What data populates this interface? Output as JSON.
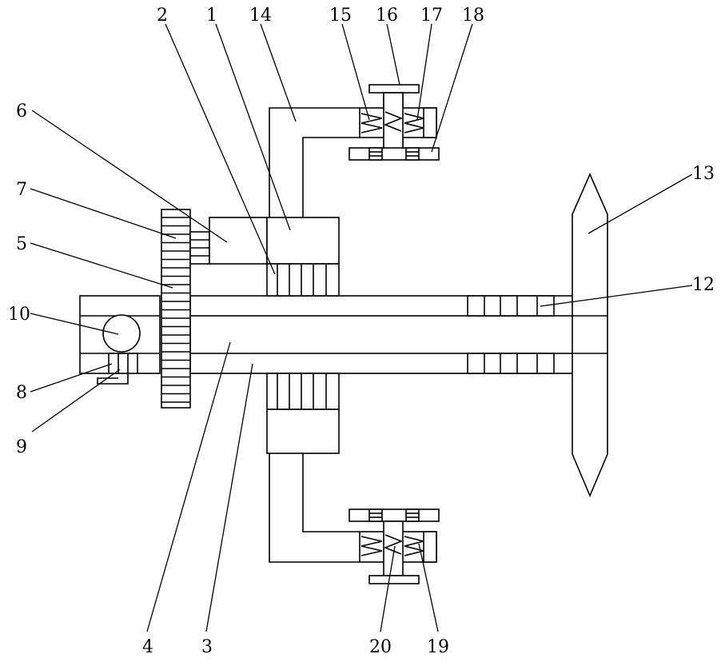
{
  "labels": [
    {
      "id": "1",
      "text": "1"
    },
    {
      "id": "2",
      "text": "2"
    },
    {
      "id": "3",
      "text": "3"
    },
    {
      "id": "4",
      "text": "4"
    },
    {
      "id": "5",
      "text": "5"
    },
    {
      "id": "6",
      "text": "6"
    },
    {
      "id": "7",
      "text": "7"
    },
    {
      "id": "8",
      "text": "8"
    },
    {
      "id": "9",
      "text": "9"
    },
    {
      "id": "10",
      "text": "10"
    },
    {
      "id": "12",
      "text": "12"
    },
    {
      "id": "13",
      "text": "13"
    },
    {
      "id": "14",
      "text": "14"
    },
    {
      "id": "15",
      "text": "15"
    },
    {
      "id": "16",
      "text": "16"
    },
    {
      "id": "17",
      "text": "17"
    },
    {
      "id": "18",
      "text": "18"
    },
    {
      "id": "19",
      "text": "19"
    },
    {
      "id": "20",
      "text": "20"
    }
  ]
}
